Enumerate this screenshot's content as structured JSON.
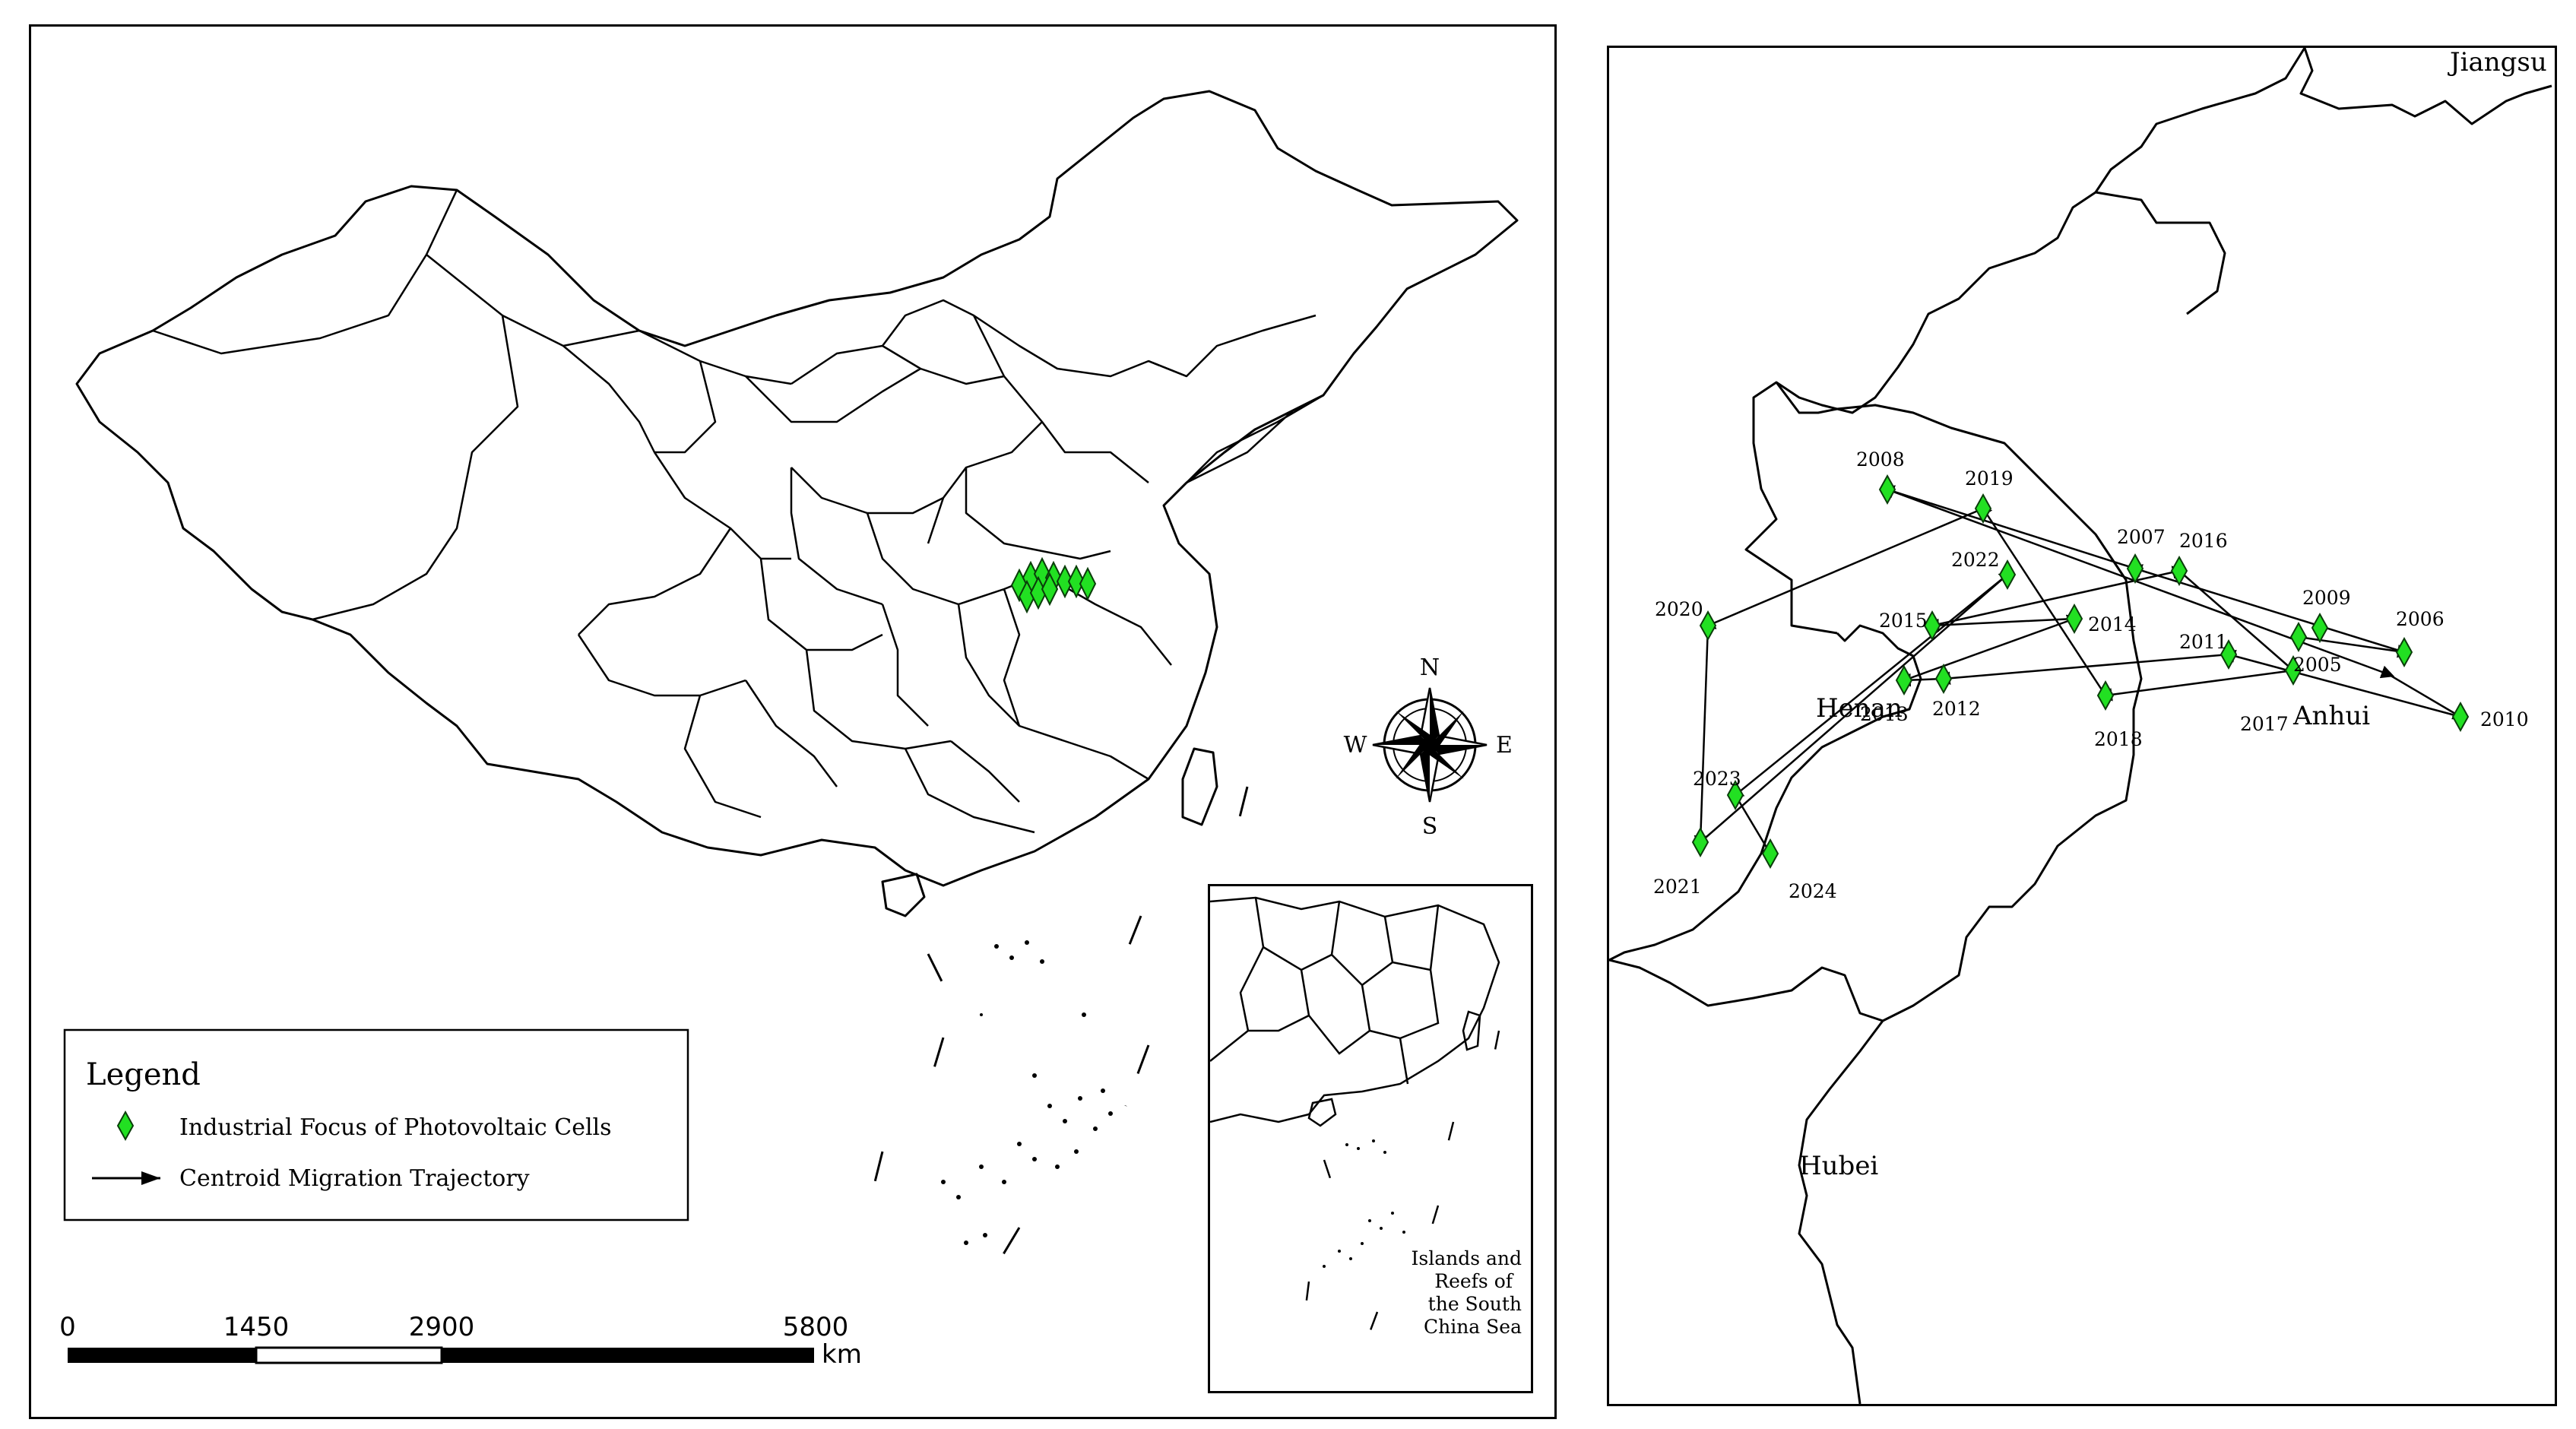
{
  "legend": {
    "title": "Legend",
    "items": [
      {
        "label": "Industrial Focus of Photovoltaic Cells",
        "symbol": "green-diamond"
      },
      {
        "label": "Centroid Migration Trajectory",
        "symbol": "arrow-line"
      }
    ]
  },
  "scale_bar": {
    "ticks": [
      "0",
      "1450",
      "2900",
      "5800"
    ],
    "unit": "km"
  },
  "compass": {
    "n": "N",
    "s": "S",
    "e": "E",
    "w": "W"
  },
  "inset": {
    "label_lines": [
      "Islands and",
      "Reefs of",
      "the South",
      "China Sea"
    ]
  },
  "detail_map": {
    "province_labels": {
      "jiangsu": "Jiangsu",
      "henan": "Henan",
      "anhui": "Anhui",
      "hubei": "Hubei"
    },
    "years": [
      {
        "year": "2005"
      },
      {
        "year": "2006"
      },
      {
        "year": "2007"
      },
      {
        "year": "2008"
      },
      {
        "year": "2009"
      },
      {
        "year": "2010"
      },
      {
        "year": "2011"
      },
      {
        "year": "2012"
      },
      {
        "year": "2013"
      },
      {
        "year": "2014"
      },
      {
        "year": "2015"
      },
      {
        "year": "2016"
      },
      {
        "year": "2017"
      },
      {
        "year": "2018"
      },
      {
        "year": "2019"
      },
      {
        "year": "2020"
      },
      {
        "year": "2021"
      },
      {
        "year": "2022"
      },
      {
        "year": "2023"
      },
      {
        "year": "2024"
      }
    ]
  },
  "colors": {
    "marker_fill": "#22e022",
    "marker_stroke": "#0a3d0a",
    "boundary": "#000000"
  }
}
